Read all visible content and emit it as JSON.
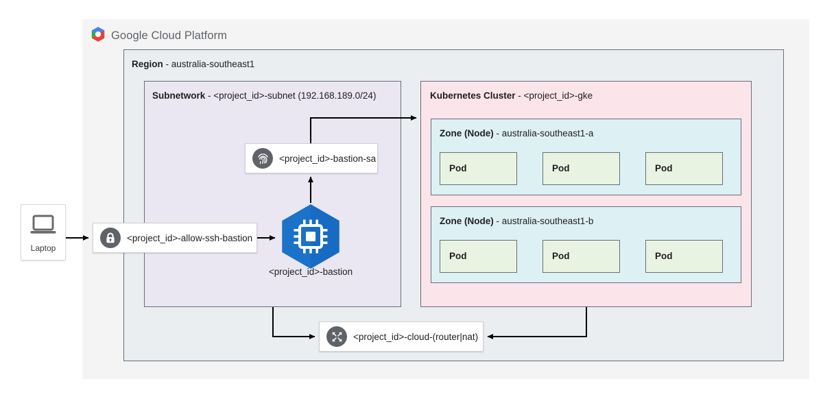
{
  "brand": {
    "logo_icon": "google-cloud-hexagon-logo",
    "wordmark_google": "Google",
    "wordmark_cloud": "Cloud",
    "wordmark_platform": "Platform",
    "colors": {
      "google_blue": "#4285f4",
      "google_red": "#ea4335",
      "google_yellow": "#fbbc05",
      "google_green": "#34a853",
      "wordmark_gray": "#5f6368"
    }
  },
  "canvas": {
    "background": "#f4f4f4"
  },
  "region": {
    "title_bold": "Region",
    "title_rest": " - australia-southeast1",
    "background": "#eaeef0",
    "border": "#666e77"
  },
  "subnetwork": {
    "title_bold": "Subnetwork",
    "title_rest": " - <project_id>-subnet (192.168.189.0/24)",
    "cidr": "192.168.189.0/24",
    "name": "<project_id>-subnet",
    "background": "#eae6f2",
    "border": "#666e77"
  },
  "cluster": {
    "title_bold": "Kubernetes Cluster",
    "title_rest": " - <project_id>-gke",
    "name": "<project_id>-gke",
    "background": "#fbe4ea",
    "border": "#666e77",
    "zones": [
      {
        "title_bold": "Zone (Node)",
        "title_rest": " - australia-southeast1-a",
        "zone_id": "australia-southeast1-a",
        "background": "#ddf1f5",
        "pods": [
          {
            "label": "Pod"
          },
          {
            "label": "Pod"
          },
          {
            "label": "Pod"
          }
        ]
      },
      {
        "title_bold": "Zone (Node)",
        "title_rest": " - australia-southeast1-b",
        "zone_id": "australia-southeast1-b",
        "background": "#ddf1f5",
        "pods": [
          {
            "label": "Pod"
          },
          {
            "label": "Pod"
          },
          {
            "label": "Pod"
          }
        ]
      }
    ]
  },
  "nodes": {
    "laptop": {
      "caption": "Laptop",
      "icon": "laptop-icon"
    },
    "firewall_rule": {
      "label": "<project_id>-allow-ssh-bastion",
      "icon": "lock-icon",
      "icon_background": "#5f6368"
    },
    "service_account": {
      "label": "<project_id>-bastion-sa",
      "icon": "fingerprint-icon",
      "icon_background": "#5f6368"
    },
    "cloud_router_nat": {
      "label": "<project_id>-cloud-(router|nat)",
      "icon": "expand-arrows-icon",
      "icon_background": "#5f6368"
    },
    "bastion_vm": {
      "caption": "<project_id>-bastion",
      "icon": "compute-engine-cpu-icon",
      "hex_color": "#1a73c8",
      "hex_shade": "#1565c0"
    }
  },
  "connections": [
    {
      "from": "laptop",
      "to": "firewall_rule"
    },
    {
      "from": "firewall_rule",
      "to": "bastion_vm"
    },
    {
      "from": "bastion_vm",
      "to": "service_account"
    },
    {
      "from": "service_account",
      "to": "cluster"
    },
    {
      "from": "subnetwork",
      "to": "cloud_router_nat"
    },
    {
      "from": "cluster",
      "to": "cloud_router_nat"
    }
  ]
}
